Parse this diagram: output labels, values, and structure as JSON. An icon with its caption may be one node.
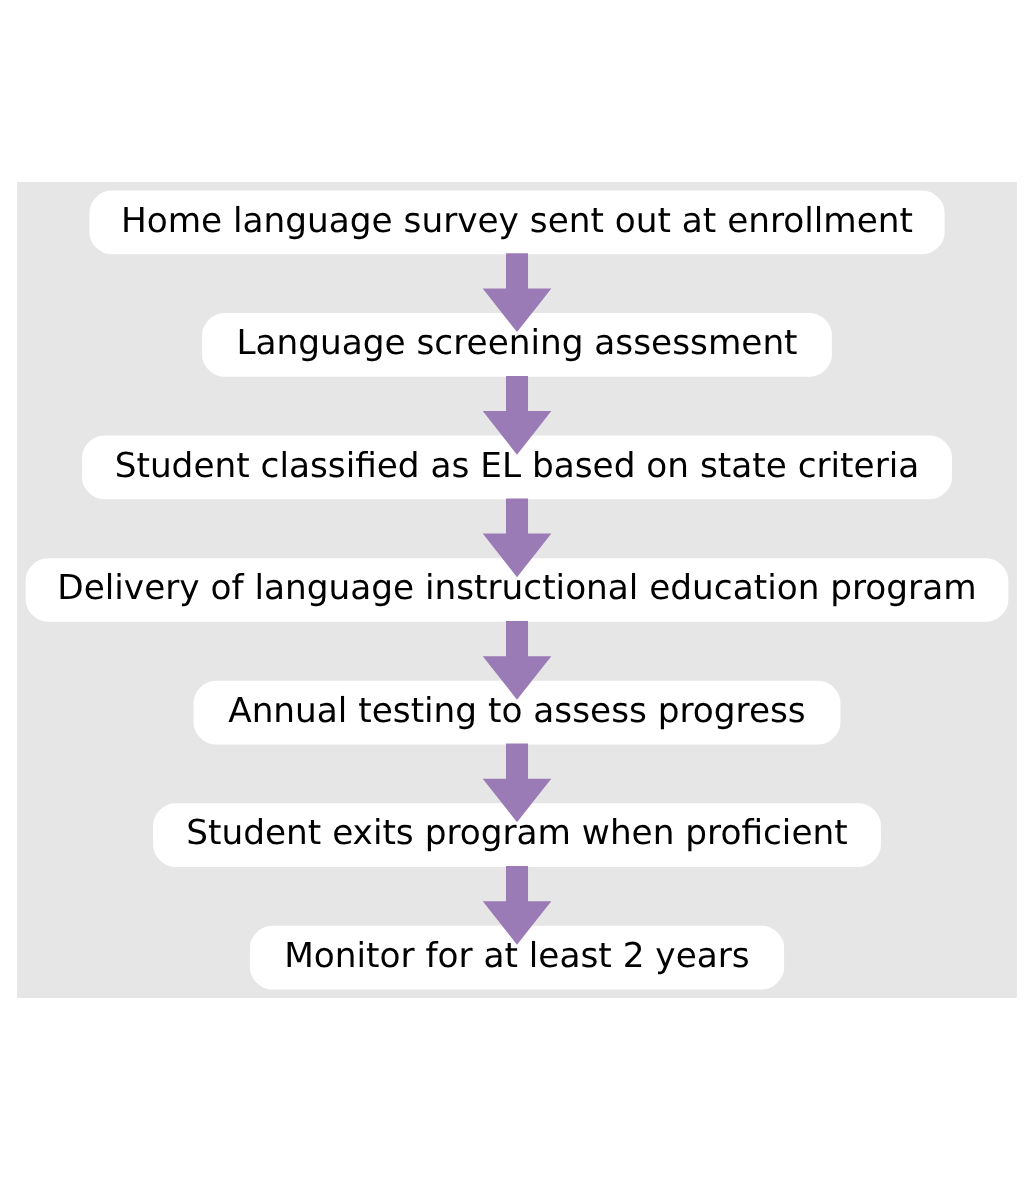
{
  "diagram": {
    "nodes": [
      {
        "text": [
          "Home language survey sent out at enrollment"
        ]
      },
      {
        "text": [
          "Language screening assessment"
        ]
      },
      {
        "text": [
          "Student classified as EL based on state criteria"
        ]
      },
      {
        "text": [
          "Delivery of language instructional education program"
        ]
      },
      {
        "text": [
          "Annual testing to assess progress"
        ]
      },
      {
        "text": [
          "Student exits program when proficient"
        ]
      },
      {
        "text": [
          "Monitor for at least 2 years"
        ]
      }
    ],
    "edges": [
      {
        "from": 0,
        "to": 1,
        "arrow": "to"
      },
      {
        "from": 1,
        "to": 2,
        "arrow": "to"
      },
      {
        "from": 2,
        "to": 3,
        "arrow": "to"
      },
      {
        "from": 3,
        "to": 4,
        "arrow": "to"
      },
      {
        "from": 4,
        "to": 5,
        "arrow": "to"
      },
      {
        "from": 5,
        "to": 6,
        "arrow": "to"
      }
    ]
  }
}
